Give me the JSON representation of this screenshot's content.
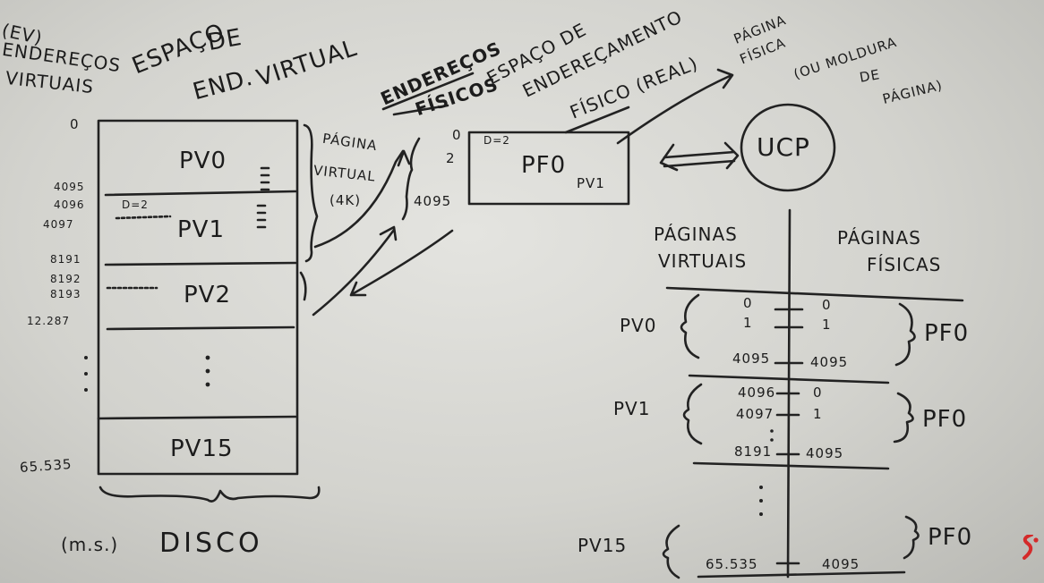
{
  "left": {
    "ev_label": [
      "(EV)",
      "ENDEREÇOS",
      "VIRTUAIS"
    ],
    "ev_zero": "0",
    "space_title": [
      "ESPAÇO",
      "DE",
      "END.",
      "VIRTUAL"
    ],
    "pages": [
      "PV0",
      "PV1",
      "PV2",
      "PV15"
    ],
    "addresses": [
      "4095",
      "4096",
      "4097",
      "8191",
      "8192",
      "8193",
      "12.287",
      "65.535"
    ],
    "offset_note": "D=2",
    "page_note": [
      "PÁGINA",
      "VIRTUAL",
      "(4K)"
    ],
    "disk_label": "(m.s.)",
    "disk": "DISCO"
  },
  "physical": {
    "title_underlined": [
      "ENDEREÇOS",
      "FÍSICOS"
    ],
    "title": [
      "ESPAÇO DE",
      "ENDEREÇAMENTO",
      "FÍSICO (REAL)"
    ],
    "frame_label": "PF0",
    "frame_sub": "PV1",
    "offset_note": "D=2",
    "addr_top": "0",
    "addr_two": "2",
    "addr_bottom": "4095",
    "frame_note": [
      "PÁGINA",
      "FÍSICA",
      "(OU MOLDURA",
      "DE",
      "PÁGINA)"
    ],
    "cpu": "UCP"
  },
  "table": {
    "header_left": [
      "PÁGINAS",
      "VIRTUAIS"
    ],
    "header_right": [
      "PÁGINAS",
      "FÍSICAS"
    ],
    "rows": [
      {
        "pv": "PV0",
        "left": [
          "0",
          "1",
          "4095"
        ],
        "right": [
          "0",
          "1",
          "4095"
        ],
        "pf": "PF0"
      },
      {
        "pv": "PV1",
        "left": [
          "4096",
          "4097",
          "8191"
        ],
        "right": [
          "0",
          "1",
          "4095"
        ],
        "pf": "PF0"
      },
      {
        "pv": "PV15",
        "left": [
          "65.535"
        ],
        "right": [
          "4095"
        ],
        "pf": "PF0"
      }
    ]
  }
}
